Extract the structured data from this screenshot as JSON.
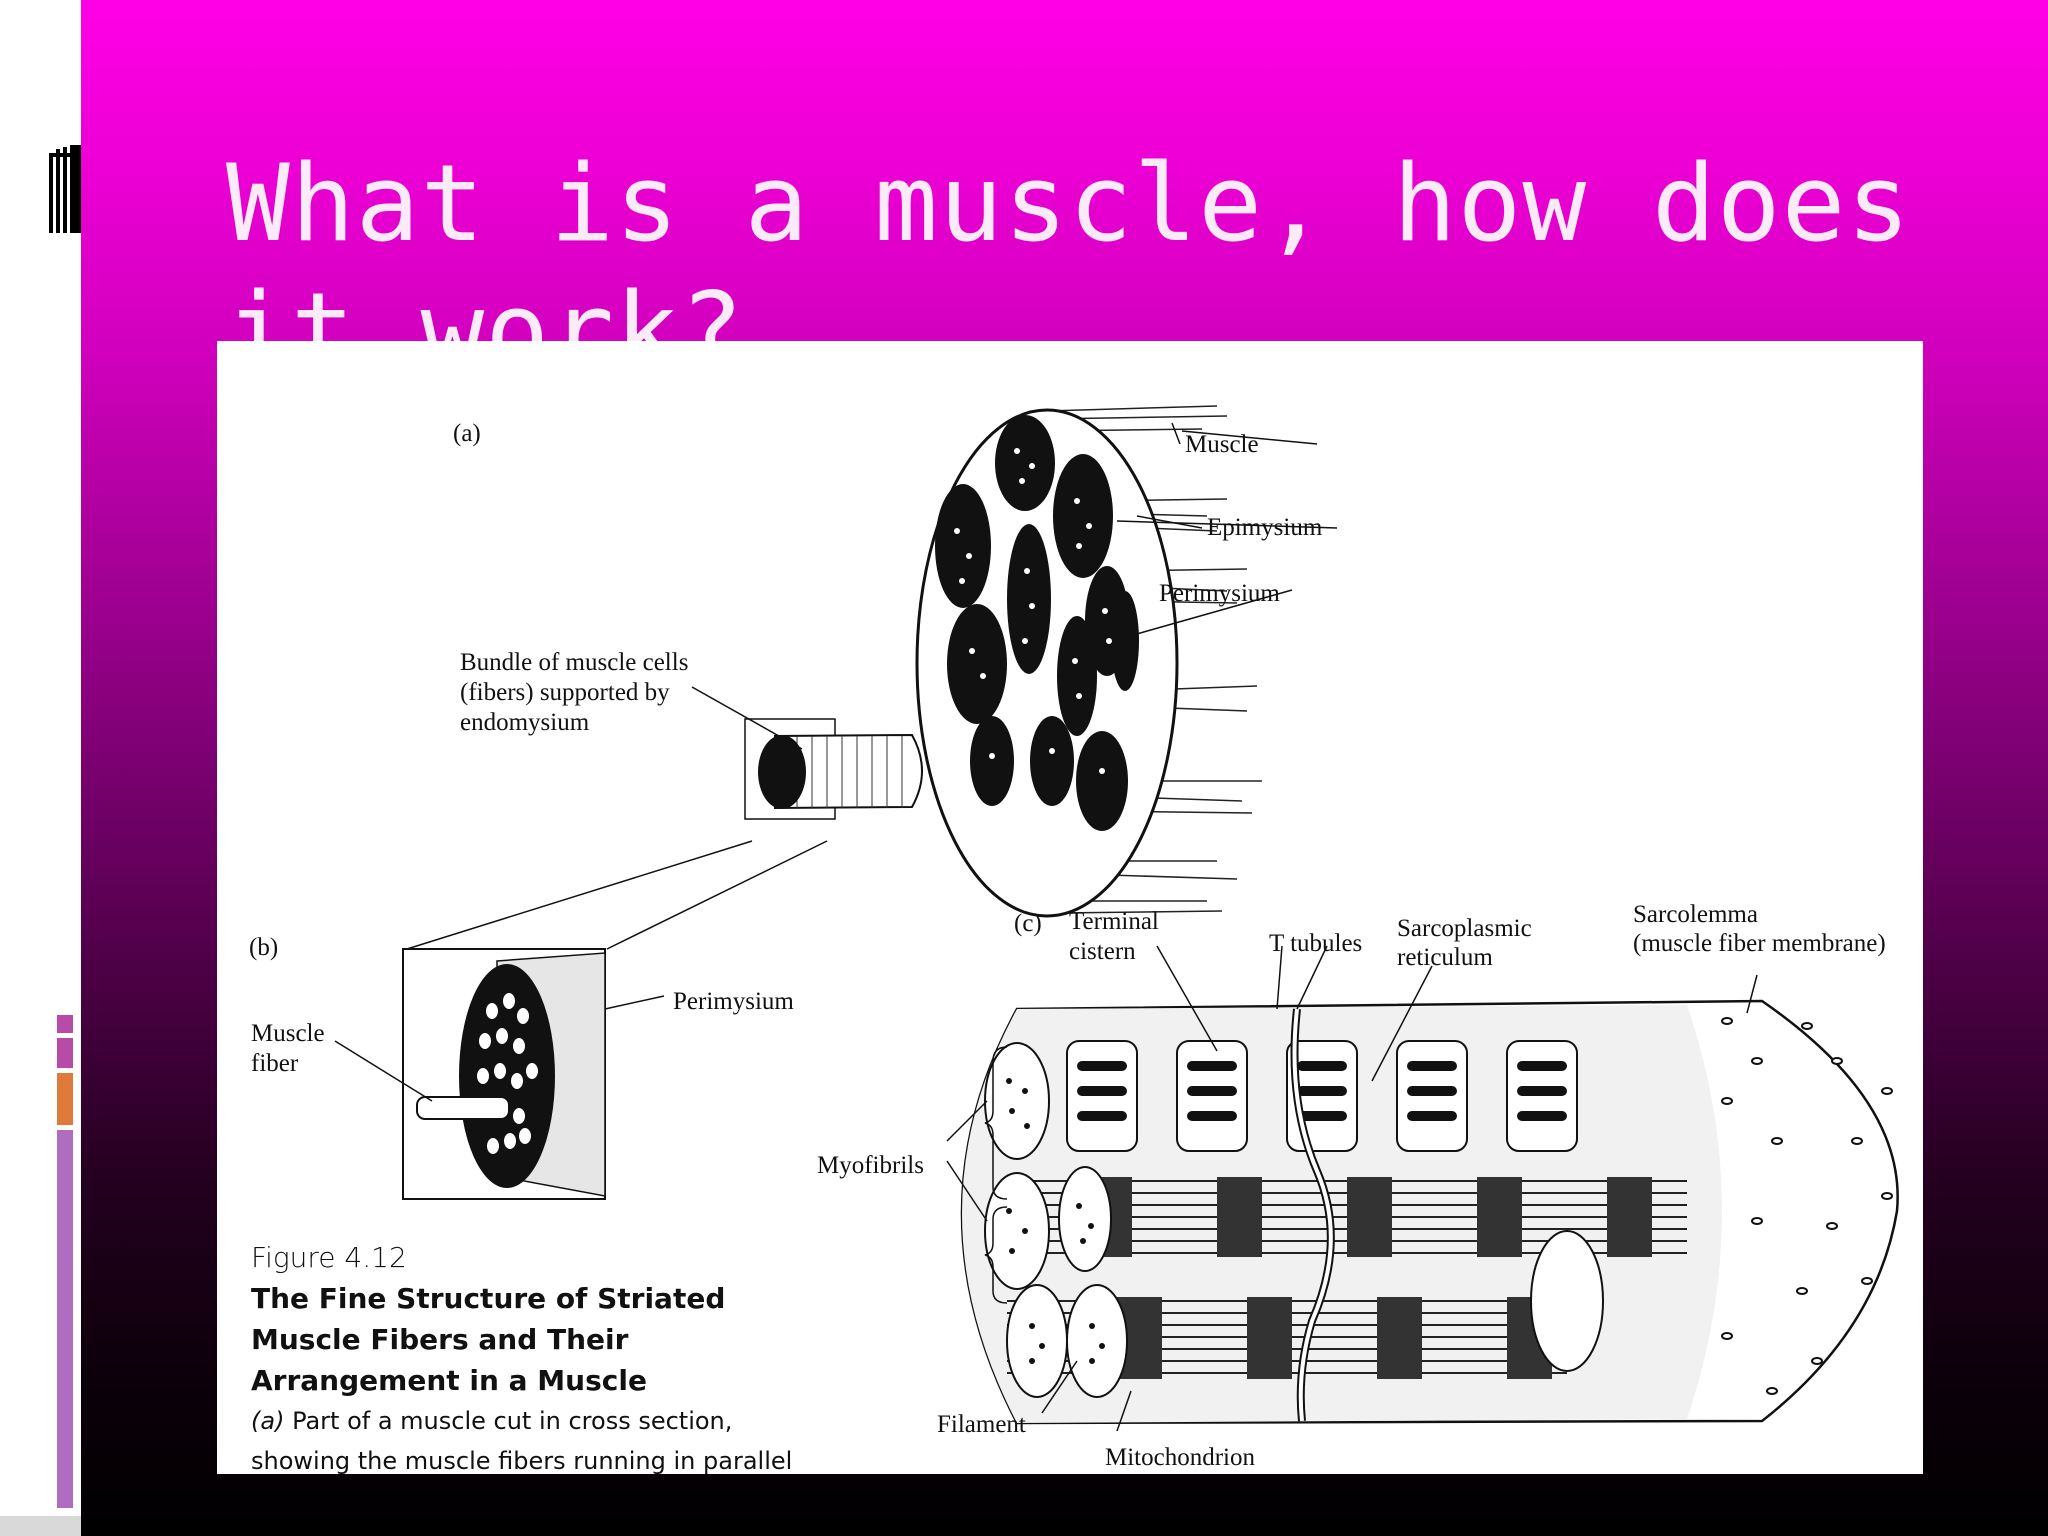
{
  "slide": {
    "title": "What is a muscle, how does it work?",
    "background_top": "#ff00e6",
    "background_bottom": "#000000"
  },
  "figure": {
    "panel_a": {
      "tag": "(a)",
      "labels": {
        "muscle": "Muscle",
        "epimysium": "Epimysium",
        "perimysium": "Perimysium",
        "bundle_line1": "Bundle of muscle cells",
        "bundle_line2": "(fibers) supported by",
        "bundle_line3": "endomysium"
      }
    },
    "panel_b": {
      "tag": "(b)",
      "labels": {
        "perimysium": "Perimysium",
        "muscle_fiber_line1": "Muscle",
        "muscle_fiber_line2": "fiber"
      }
    },
    "panel_c": {
      "tag": "(c)",
      "labels": {
        "terminal_line1": "Terminal",
        "terminal_line2": "cistern",
        "t_tubules": "T tubules",
        "sarcoplasmic_line1": "Sarcoplasmic",
        "sarcoplasmic_line2": "reticulum",
        "sarcolemma_line1": "Sarcolemma",
        "sarcolemma_line2": "(muscle fiber membrane)",
        "myofibrils": "Myofibrils",
        "filament": "Filament",
        "mitochondrion": "Mitochondrion"
      }
    },
    "caption": {
      "number": "Figure 4.12",
      "heading": "The Fine Structure of Striated Muscle Fibers and Their Arrangement in a Muscle",
      "desc_tag": "(a)",
      "desc_text": " Part of a muscle cut in cross section, showing the muscle fibers running in parallel"
    }
  },
  "decor": {
    "left_icon": "slide-stack-icon",
    "accent_colors": [
      "#b84aa8",
      "#e07a3a",
      "#b06cc0"
    ]
  }
}
